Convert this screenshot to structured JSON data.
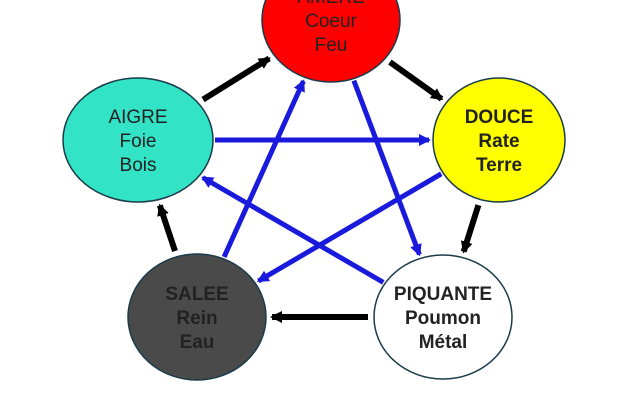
{
  "nodes": [
    {
      "id": "amere",
      "lines": [
        "AMERE",
        "Coeur",
        "Feu"
      ],
      "fill": "#ff0000",
      "text_color": "#1a1a1a",
      "bold_first": false
    },
    {
      "id": "douce",
      "lines": [
        "DOUCE",
        "Rate",
        "Terre"
      ],
      "fill": "#ffff00",
      "text_color": "#1a1a1a",
      "bold_first": true
    },
    {
      "id": "piquante",
      "lines": [
        "PIQUANTE",
        "Poumon",
        "Métal"
      ],
      "fill": "#ffffff",
      "text_color": "#111111",
      "bold_first": true
    },
    {
      "id": "salee",
      "lines": [
        "SALEE",
        "Rein",
        "Eau"
      ],
      "fill": "#4a4a4a",
      "text_color": "#111111",
      "bold_first": true
    },
    {
      "id": "aigre",
      "lines": [
        "AIGRE",
        "Foie",
        "Bois"
      ],
      "fill": "#33e3c6",
      "text_color": "#1a1a1a",
      "bold_first": false
    }
  ],
  "cycle_edges": [
    {
      "from": "aigre",
      "to": "amere"
    },
    {
      "from": "amere",
      "to": "douce"
    },
    {
      "from": "douce",
      "to": "piquante"
    },
    {
      "from": "piquante",
      "to": "salee"
    },
    {
      "from": "salee",
      "to": "aigre"
    }
  ],
  "star_edges": [
    {
      "from": "amere",
      "to": "piquante"
    },
    {
      "from": "piquante",
      "to": "aigre"
    },
    {
      "from": "aigre",
      "to": "douce"
    },
    {
      "from": "douce",
      "to": "salee"
    },
    {
      "from": "salee",
      "to": "amere"
    }
  ],
  "colors": {
    "cycle": "#000000",
    "star": "#1a1adc",
    "outline": "#1a3b4a"
  }
}
